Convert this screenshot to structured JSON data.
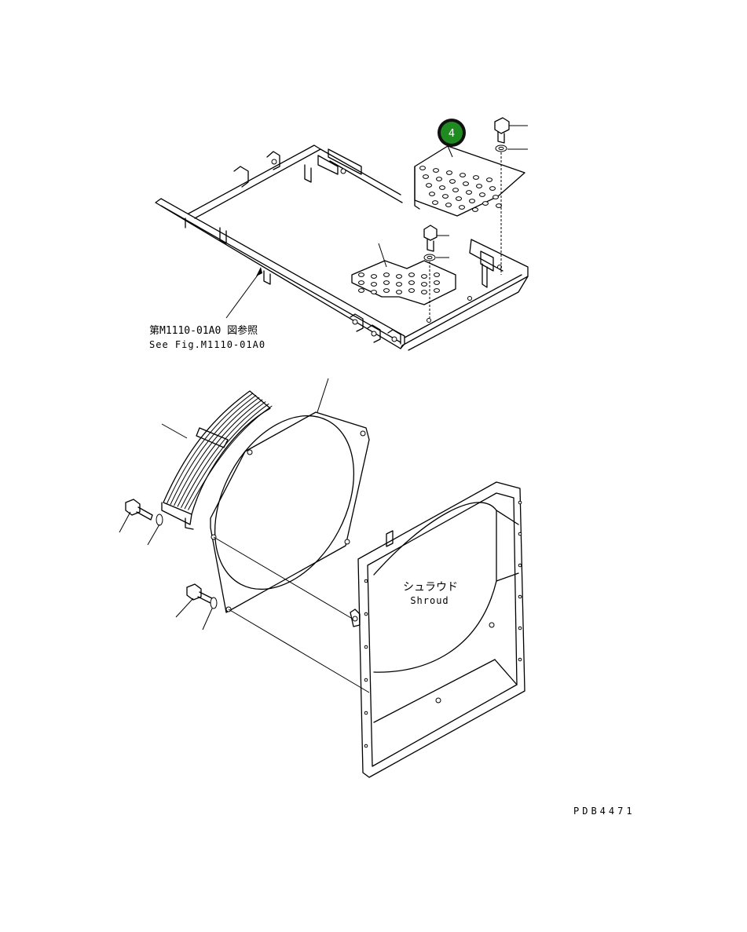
{
  "callout": {
    "number": "4",
    "fill_color": "#1f8a1f",
    "ring_color": "#111111"
  },
  "reference": {
    "jp": "第M1110-01A0 図参照",
    "en": "See Fig.M1110-01A0"
  },
  "shroud": {
    "jp": "シュラウド",
    "en": "Shroud"
  },
  "drawing_code": "PDB4471"
}
